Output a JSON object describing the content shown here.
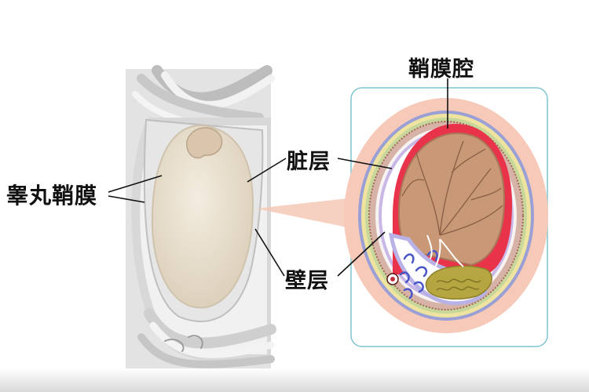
{
  "labels": {
    "tunica_vaginalis": "睾丸鞘膜",
    "visceral_layer": "脏层",
    "parietal_layer": "壁层",
    "vaginal_cavity": "鞘膜腔"
  },
  "colors": {
    "tissue_gray": "#dcdcdc",
    "testis_cream": "#ece3d2",
    "testis_parenchyma": "#c99877",
    "cavity_red": "#e8334a",
    "outer_skin_pink": "#f7c9b8",
    "inner_lavender": "#b9b2e6",
    "epididymis_olive": "#b5a642",
    "frame_teal": "#7ec6cf",
    "leader_line": "#111111"
  }
}
